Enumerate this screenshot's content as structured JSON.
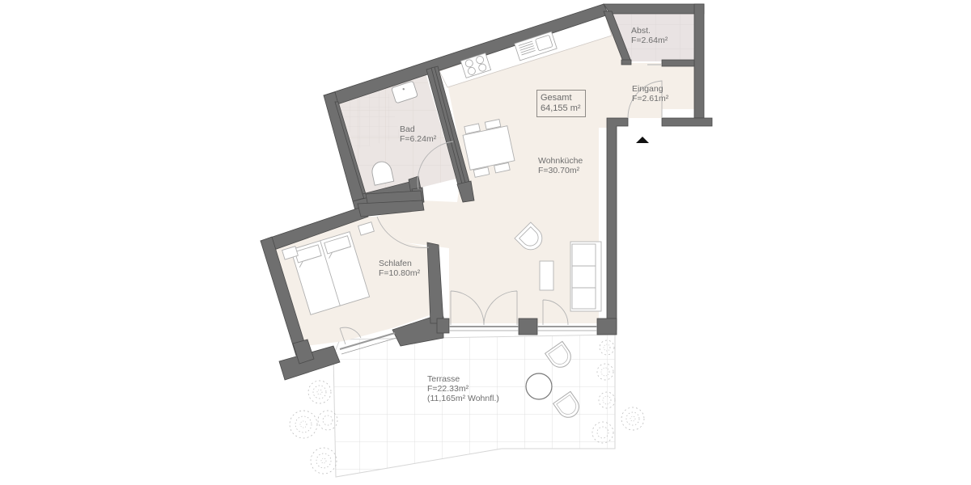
{
  "plan": {
    "total": {
      "title": "Gesamt",
      "value": "64,155 m²"
    },
    "rooms": [
      {
        "id": "abstellraum",
        "name": "Abst.",
        "area": "F=2.64m²"
      },
      {
        "id": "eingang",
        "name": "Eingang",
        "area": "F=2.61m²"
      },
      {
        "id": "bad",
        "name": "Bad",
        "area": "F=6.24m²"
      },
      {
        "id": "wohnkueche",
        "name": "Wohnküche",
        "area": "F=30.70m²"
      },
      {
        "id": "schlafen",
        "name": "Schlafen",
        "area": "F=10.80m²"
      },
      {
        "id": "terrasse",
        "name": "Terrasse",
        "area": "F=22.33m²",
        "note": "(11,165m² Wohnfl.)"
      }
    ],
    "entrance_marker": "entrance-arrow",
    "colors": {
      "wall": "#6f6f6f",
      "wall_outline": "#4a4a4a",
      "floor_living": "#f5efe8",
      "floor_wet": "#ebe5e3",
      "floor_storage": "#e9e3e3",
      "terrace_grid": "#dcdcdc",
      "furniture_line": "#a9a9a9",
      "text": "#6e6e6e",
      "background": "#ffffff"
    }
  }
}
